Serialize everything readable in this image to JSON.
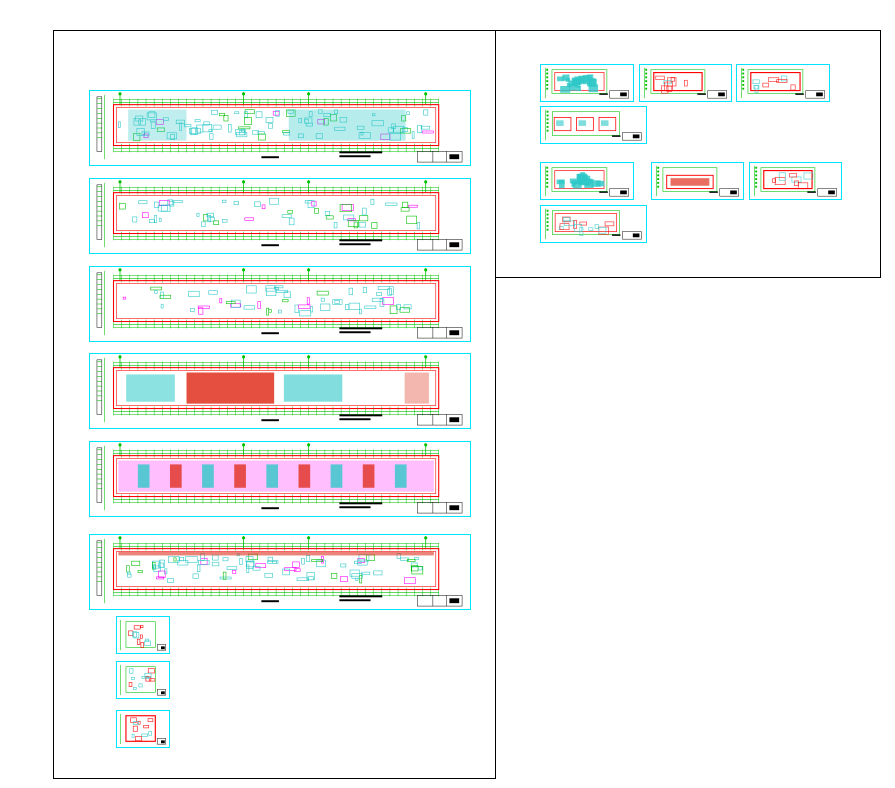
{
  "drawing": {
    "type": "cad-layout-overview",
    "line_colors": {
      "frame": "#000000",
      "sheet_border": "#00e5ff",
      "outline": "#ff0000",
      "dimension": "#00c000",
      "room_fill": "#2ec8c8",
      "hatch_red": "#e0301e",
      "hatch_magenta": "#ff00ff",
      "text": "#000000"
    },
    "left_panel": {
      "long_plans": [
        {
          "style": "mixed-cyan"
        },
        {
          "style": "sparse-cyan"
        },
        {
          "style": "light-cyan"
        },
        {
          "style": "red-hatch"
        },
        {
          "style": "magenta-red"
        },
        {
          "style": "section-detail"
        }
      ],
      "small_sheets": [
        {
          "style": "small-cyan"
        },
        {
          "style": "small-cyan"
        },
        {
          "style": "small-red"
        }
      ]
    },
    "right_panel": {
      "top_group": [
        {
          "style": "block-cyan"
        },
        {
          "style": "block-red"
        },
        {
          "style": "block-red"
        },
        {
          "style": "block-three"
        }
      ],
      "bottom_group": [
        {
          "style": "block-cyan"
        },
        {
          "style": "block-red-strip"
        },
        {
          "style": "block-red-light"
        },
        {
          "style": "block-detail"
        }
      ]
    }
  }
}
